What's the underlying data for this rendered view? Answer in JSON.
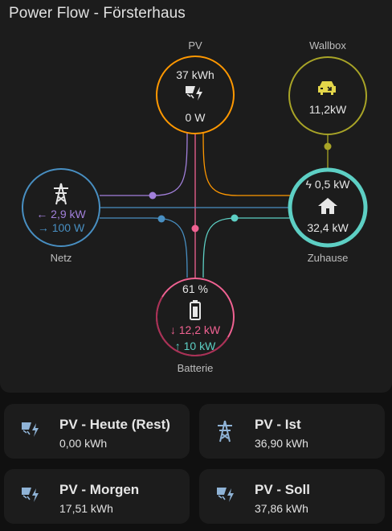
{
  "card": {
    "title": "Power Flow - Försterhaus"
  },
  "colors": {
    "solar": "#ff9800",
    "grid_import": "#a280db",
    "grid_export": "#488fc2",
    "battery_out": "#f06292",
    "battery_in": "#5dcfc4",
    "home": "#5dcfc4",
    "wallbox": "#a8a427"
  },
  "pv": {
    "label": "PV",
    "energy": "37 kWh",
    "power": "0 W",
    "icon": "solar-power-icon"
  },
  "wallbox": {
    "label": "Wallbox",
    "power": "11,2kW",
    "icon": "car-charging-icon"
  },
  "grid": {
    "label": "Netz",
    "import": "2,9 kW",
    "export": "100 W",
    "icon": "transmission-tower-icon"
  },
  "home": {
    "label": "Zuhause",
    "solar_share": "0,5 kW",
    "power": "32,4 kW",
    "icon": "home-icon"
  },
  "battery": {
    "label": "Batterie",
    "soc": "61 %",
    "discharge": "12,2 kW",
    "charge": "10 kW",
    "icon": "battery-icon"
  },
  "tiles": [
    {
      "name": "PV - Heute (Rest)",
      "value": "0,00 kWh",
      "icon": "solar-power-icon"
    },
    {
      "name": "PV - Ist",
      "value": "36,90 kWh",
      "icon": "transmission-tower-icon"
    },
    {
      "name": "PV - Morgen",
      "value": "17,51 kWh",
      "icon": "solar-power-icon"
    },
    {
      "name": "PV - Soll",
      "value": "37,86 kWh",
      "icon": "solar-power-icon"
    }
  ]
}
